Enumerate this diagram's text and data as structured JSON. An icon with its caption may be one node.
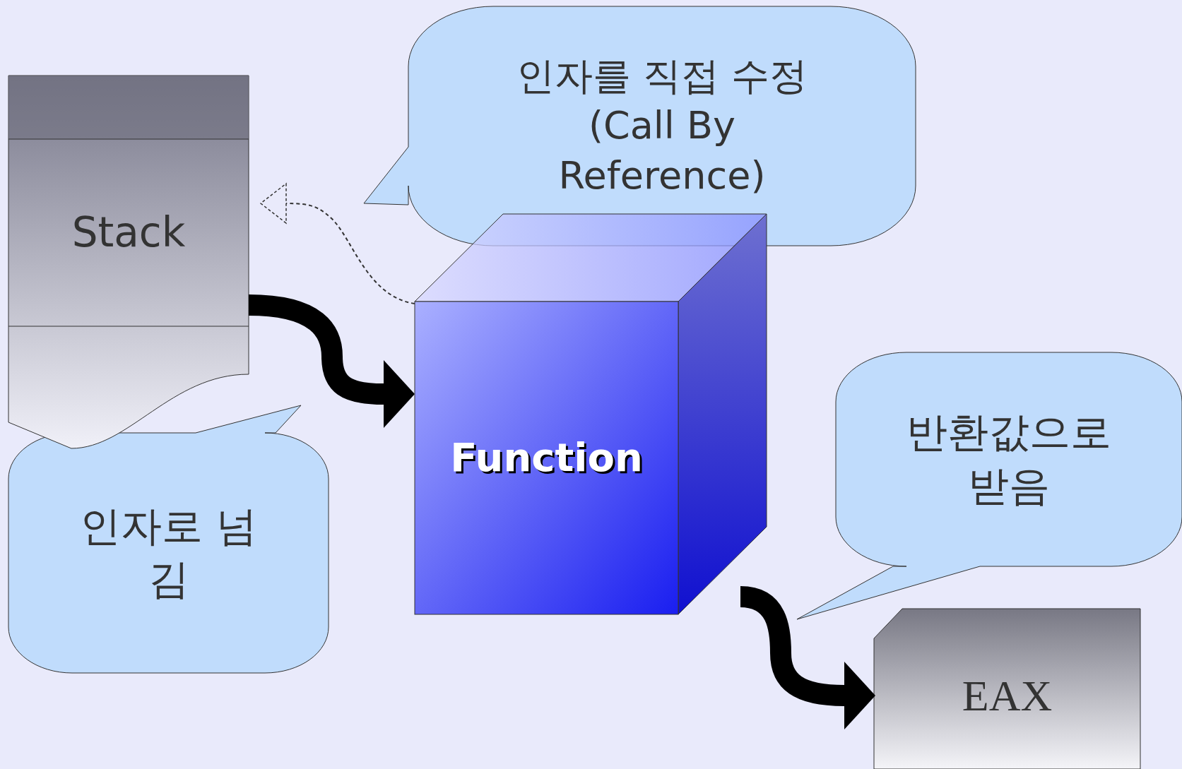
{
  "diagram": {
    "nodes": [
      {
        "text": [
          "Stack"
        ]
      },
      {
        "text": [
          "Function"
        ]
      },
      {
        "text": [
          "EAX"
        ]
      },
      {
        "text": [
          "인자를 직접 수정 (Call By Reference)"
        ]
      },
      {
        "text": [
          "인자로 넘김"
        ]
      },
      {
        "text": [
          "반환값으로 받음"
        ]
      }
    ],
    "edges": [
      {
        "from": 0,
        "to": 1,
        "arrow": "to"
      },
      {
        "from": 1,
        "to": 2,
        "arrow": "to"
      },
      {
        "from": 1,
        "to": 0,
        "arrow": "to",
        "style": "dashed"
      }
    ]
  }
}
